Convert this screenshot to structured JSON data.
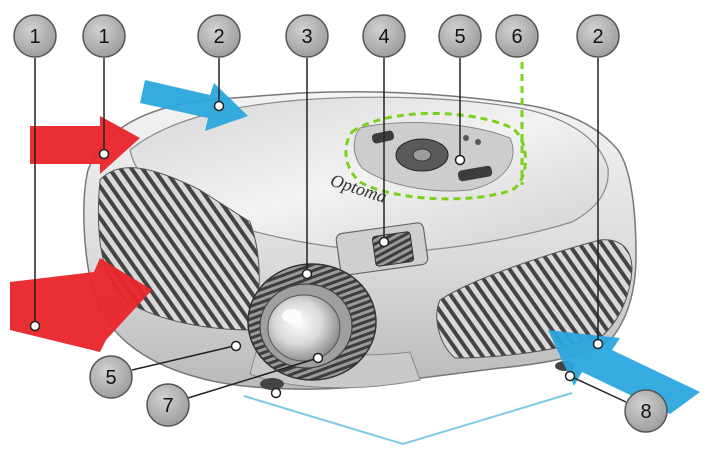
{
  "colors": {
    "airflow_in": "#2BA6DE",
    "airflow_out": "#E8262B",
    "callout_fill": "#A9A9A9",
    "callout_stroke": "#555555",
    "highlight": "#7AD11E",
    "body": "#E3E3E3",
    "leader": "#222222",
    "bracket": "#7FC8E6"
  },
  "brand": {
    "logo": "Optoma"
  },
  "callouts": [
    {
      "id": "c1a",
      "label": "1"
    },
    {
      "id": "c1b",
      "label": "1"
    },
    {
      "id": "c2a",
      "label": "2"
    },
    {
      "id": "c3",
      "label": "3"
    },
    {
      "id": "c4",
      "label": "4"
    },
    {
      "id": "c5a",
      "label": "5"
    },
    {
      "id": "c6",
      "label": "6"
    },
    {
      "id": "c2b",
      "label": "2"
    },
    {
      "id": "c5b",
      "label": "5"
    },
    {
      "id": "c7",
      "label": "7"
    },
    {
      "id": "c8",
      "label": "8"
    }
  ]
}
